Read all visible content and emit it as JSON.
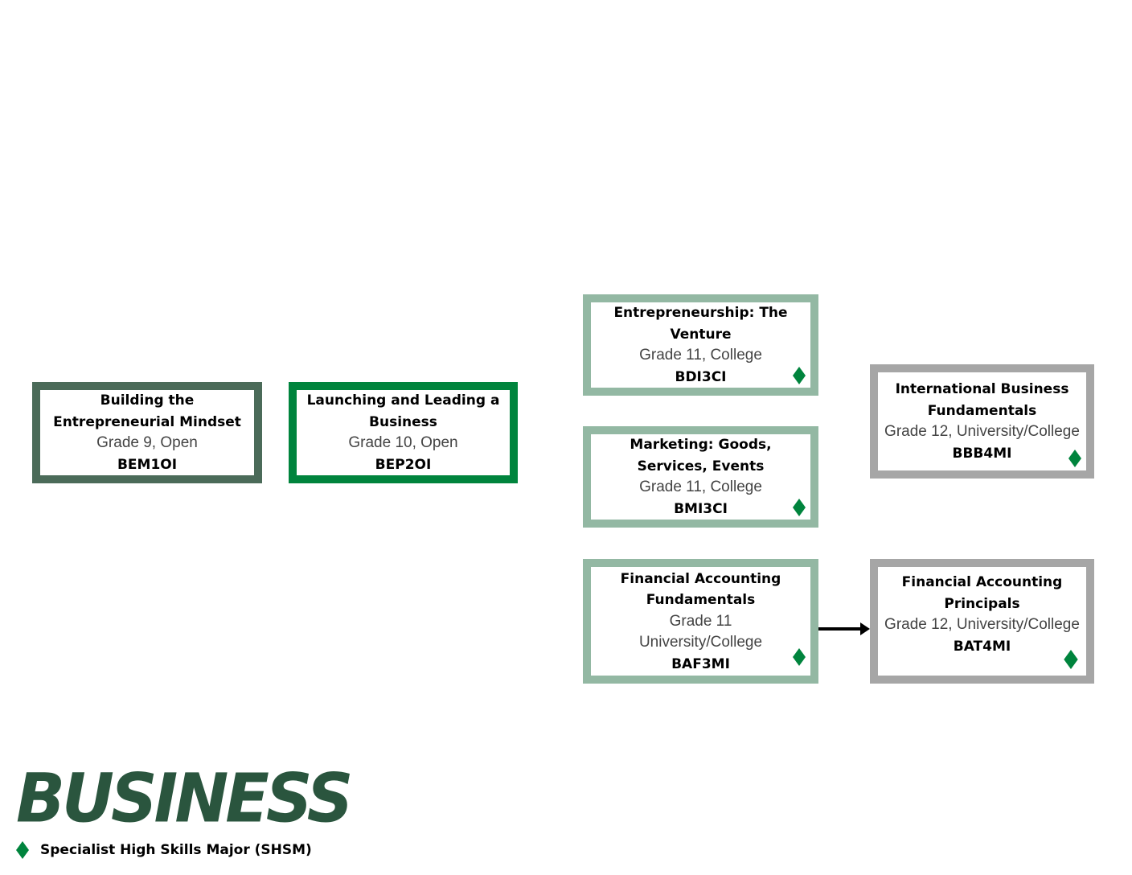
{
  "courses": [
    {
      "title": "Building the Entrepreneurial Mindset",
      "grade": "Grade 9, Open",
      "code": "BEM1OI",
      "shsm": false
    },
    {
      "title": "Launching and Leading a Business",
      "grade": "Grade 10, Open",
      "code": "BEP2OI",
      "shsm": false
    },
    {
      "title": "Entrepreneurship: The Venture",
      "grade": "Grade 11, College",
      "code": "BDI3CI",
      "shsm": true
    },
    {
      "title": "Marketing: Goods, Services, Events",
      "grade": "Grade 11, College",
      "code": "BMI3CI",
      "shsm": true
    },
    {
      "title": "Financial Accounting Fundamentals",
      "grade": "Grade 11 University/College",
      "code": "BAF3MI",
      "shsm": true
    },
    {
      "title": "International Business Fundamentals",
      "grade": "Grade 12, University/College",
      "code": "BBB4MI",
      "shsm": true
    },
    {
      "title": "Financial Accounting Principals",
      "grade": "Grade 12, University/College",
      "code": "BAT4MI",
      "shsm": true
    }
  ],
  "logo": "BUSINESS",
  "legend": {
    "label": "Specialist High Skills Major (SHSM)",
    "icon": "diamond-icon"
  },
  "colors": {
    "shsm": "#00843d",
    "logo": "#2a553e"
  }
}
